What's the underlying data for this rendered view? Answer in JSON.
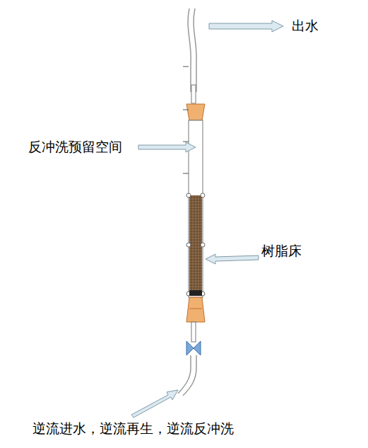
{
  "diagram": {
    "labels": [
      "出水",
      "反冲洗预留空间",
      "树脂床",
      "逆流进水，逆流再生，逆流反冲洗"
    ]
  }
}
